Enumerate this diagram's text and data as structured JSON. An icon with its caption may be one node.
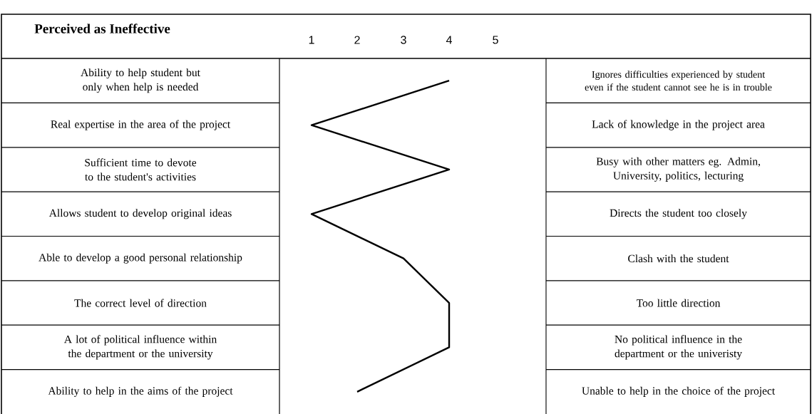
{
  "diagram": {
    "title": "Perceived as Ineffective",
    "labels": [
      "1",
      "2",
      "3",
      "4",
      "5",
      "Ability to help student but only when help is needed",
      "Ignores difficulties experienced by student even if the student cannot see he is in trouble",
      "Real expertise in the area of the project",
      "Lack of knowledge in the project area",
      "Sufficient time to devote to the student's activities",
      "Busy with other matters eg. Admin, University, politics, lecturing",
      "Allows student to develop original ideas",
      "Directs the student too closely",
      "Able to develop a good personal relationship",
      "Clash with the student",
      "The correct level of direction",
      "Too little direction",
      "A lot of political influence within the department or the university",
      "No political influence in the department or the univeristy",
      "Ability to help in the aims of the project",
      "Unable to help in the choice of the project"
    ]
  }
}
